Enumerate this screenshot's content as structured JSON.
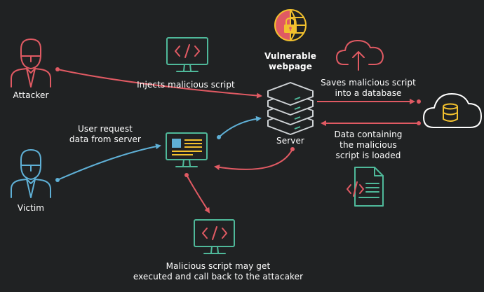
{
  "colors": {
    "background": "#202223",
    "red": "#e05a63",
    "blue": "#5fb0d6",
    "green": "#4fb99a",
    "yellow": "#f2c12e",
    "white": "#ffffff",
    "server": "#cfd3d6"
  },
  "nodes": {
    "attacker": {
      "label": "Attacker",
      "icon": "attacker-person-icon"
    },
    "victim": {
      "label": "Victim",
      "icon": "victim-person-icon"
    },
    "vulnerable_webpage": {
      "label_line1": "Vulnerable",
      "label_line2": "webpage",
      "icon": "globe-lock-icon"
    },
    "server": {
      "label": "Server",
      "icon": "server-stack-icon"
    },
    "attacker_computer": {
      "icon": "code-monitor-icon"
    },
    "victim_computer": {
      "icon": "webpage-monitor-icon"
    },
    "executed_computer": {
      "icon": "code-monitor-icon"
    },
    "cloud_upload": {
      "icon": "cloud-upload-icon"
    },
    "cloud_database": {
      "icon": "cloud-database-icon"
    },
    "script_document": {
      "icon": "code-document-icon"
    }
  },
  "edges": {
    "injects": {
      "label": "Injects malicious script"
    },
    "user_request": {
      "label_line1": "User request",
      "label_line2": "data from server"
    },
    "saves": {
      "label_line1": "Saves malicious script",
      "label_line2": "into a database"
    },
    "data_loaded": {
      "label_line1": "Data containing",
      "label_line2": "the malicious",
      "label_line3": "script is loaded"
    },
    "executed": {
      "label_line1": "Malicious script may get",
      "label_line2": "executed and call back to the attacaker"
    }
  }
}
